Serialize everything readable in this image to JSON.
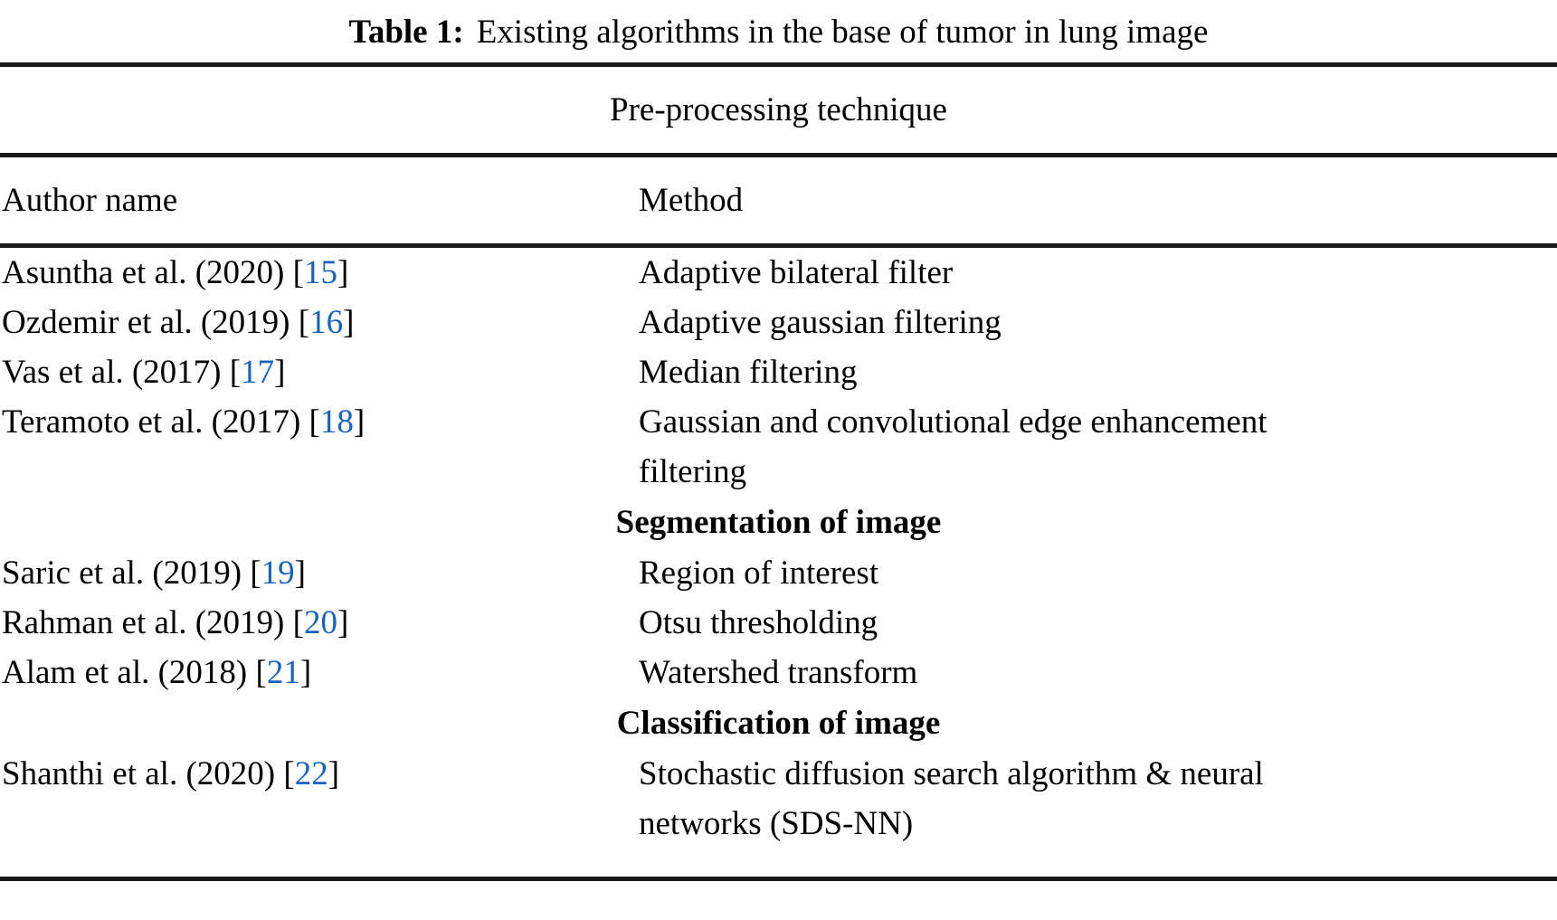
{
  "caption": {
    "label": "Table 1:",
    "text": "Existing algorithms in the base of tumor in lung image"
  },
  "spanning_header": "Pre-processing technique",
  "columns": {
    "author": "Author name",
    "method": "Method"
  },
  "link_color": "#1763bd",
  "rule_color": "#1a1a1a",
  "sections": [
    {
      "heading": null,
      "rows": [
        {
          "author_text": "Asuntha et al. (2020) ",
          "ref_open": "[",
          "ref_num": "15",
          "ref_close": "]",
          "method_lines": [
            "Adaptive bilateral filter"
          ]
        },
        {
          "author_text": "Ozdemir et al. (2019) ",
          "ref_open": "[",
          "ref_num": "16",
          "ref_close": "]",
          "method_lines": [
            "Adaptive gaussian filtering"
          ]
        },
        {
          "author_text": "Vas et al. (2017) ",
          "ref_open": "[",
          "ref_num": "17",
          "ref_close": "]",
          "method_lines": [
            "Median filtering"
          ]
        },
        {
          "author_text": "Teramoto et al. (2017) ",
          "ref_open": "[",
          "ref_num": "18",
          "ref_close": "]",
          "method_lines": [
            "Gaussian and convolutional edge enhancement",
            "filtering"
          ]
        }
      ]
    },
    {
      "heading": "Segmentation of image",
      "rows": [
        {
          "author_text": "Saric et al. (2019) ",
          "ref_open": "[",
          "ref_num": "19",
          "ref_close": "]",
          "method_lines": [
            "Region of interest"
          ]
        },
        {
          "author_text": "Rahman et al. (2019) ",
          "ref_open": "[",
          "ref_num": "20",
          "ref_close": "]",
          "method_lines": [
            "Otsu thresholding"
          ]
        },
        {
          "author_text": "Alam et al. (2018) ",
          "ref_open": "[",
          "ref_num": "21",
          "ref_close": "]",
          "method_lines": [
            "Watershed transform"
          ]
        }
      ]
    },
    {
      "heading": "Classification of image",
      "rows": [
        {
          "author_text": "Shanthi et al. (2020) ",
          "ref_open": "[",
          "ref_num": "22",
          "ref_close": "]",
          "method_lines": [
            "Stochastic diffusion search algorithm & neural",
            "networks (SDS-NN)"
          ]
        }
      ]
    }
  ]
}
